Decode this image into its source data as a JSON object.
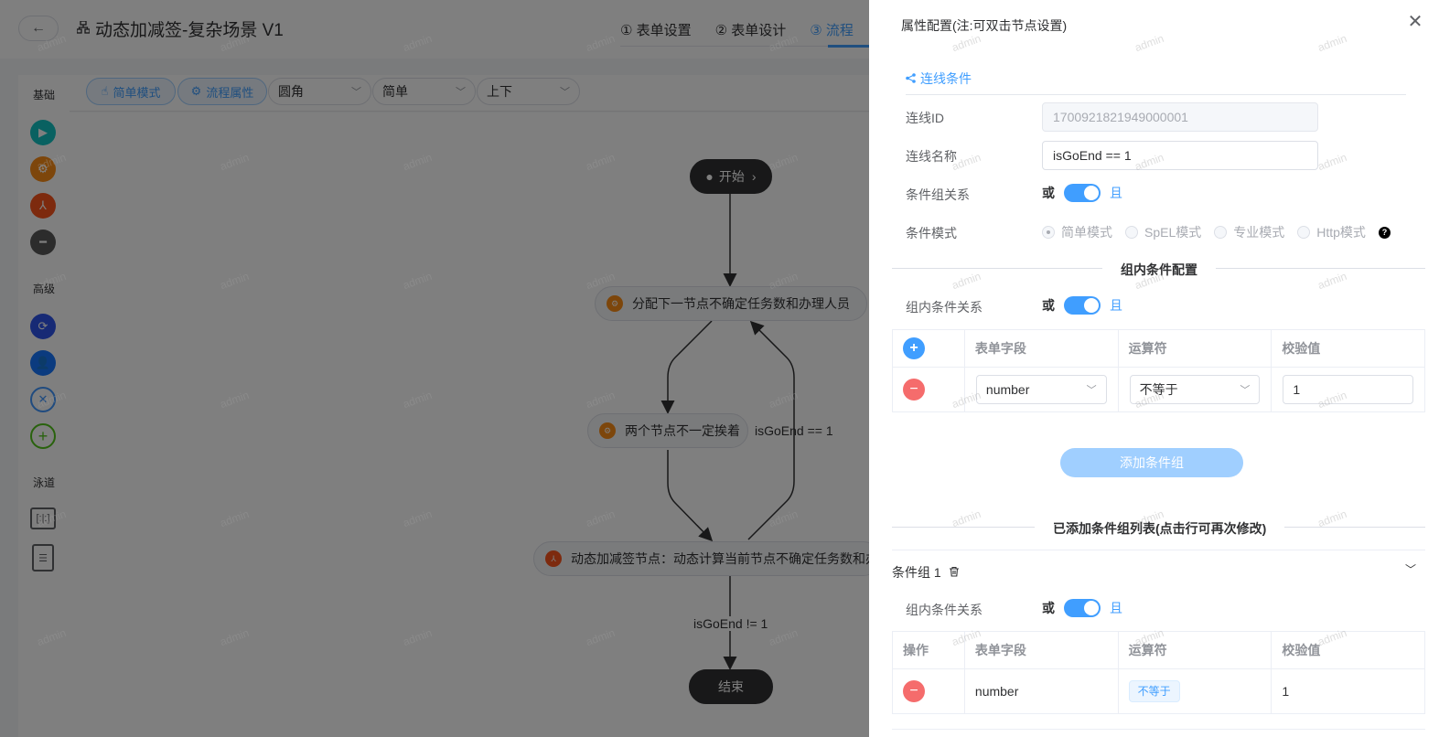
{
  "app": {
    "back_icon": "arrow-left-icon",
    "title": "动态加减签-复杂场景 V1",
    "tabs": [
      "① 表单设置",
      "② 表单设计",
      "③ 流程"
    ]
  },
  "palette": {
    "groups": [
      "基础",
      "高级",
      "泳道"
    ],
    "colors": {
      "start": "#13c2c2",
      "task": "#fa8c16",
      "dynamic": "#fa541c",
      "end": "#595959",
      "subflow": "#2f54eb",
      "user": "#1677ff",
      "reject": "#4096ff",
      "add": "#52c41a"
    }
  },
  "toolbar": {
    "simple_mode": "简单模式",
    "flow_props": "流程属性",
    "select_shape": "圆角",
    "select_type": "简单",
    "select_dir": "上下"
  },
  "canvas": {
    "start_node": "开始",
    "node_assign": "分配下一节点不确定任务数和办理人员",
    "node_two": "两个节点不一定挨着",
    "node_dynamic": "动态加减签节点：动态计算当前节点不确定任务数和办理人员",
    "end_node": "结束",
    "edge_back": "isGoEnd == 1",
    "edge_end": "isGoEnd != 1"
  },
  "watermark": "admin",
  "drawer": {
    "title": "属性配置(注:可双击节点设置)",
    "section": "连线条件",
    "line_id_label": "连线ID",
    "line_id_value": "1700921821949000001",
    "line_name_label": "连线名称",
    "line_name_value": "isGoEnd == 1",
    "group_rel_label": "条件组关系",
    "or": "或",
    "and": "且",
    "mode_label": "条件模式",
    "modes": [
      "简单模式",
      "SpEL模式",
      "专业模式",
      "Http模式"
    ],
    "inner_config_title": "组内条件配置",
    "inner_rel_label": "组内条件关系",
    "cols": {
      "op": "操作",
      "field": "表单字段",
      "operator": "运算符",
      "value": "校验值"
    },
    "row": {
      "field": "number",
      "operator": "不等于",
      "value": "1"
    },
    "add_group_btn": "添加条件组",
    "added_title": "已添加条件组列表(点击行可再次修改)",
    "group_name": "条件组 1"
  }
}
